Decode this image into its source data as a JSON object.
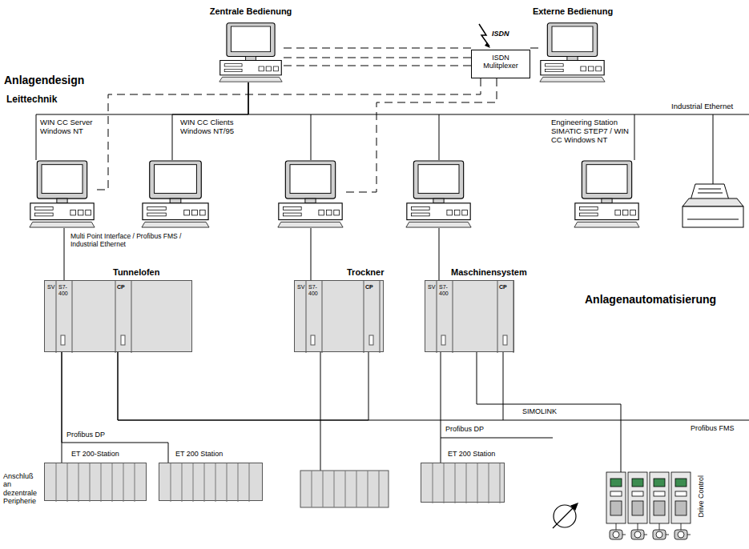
{
  "diagram": {
    "nodes": [
      {
        "text": [
          "Zentrale Bedienung"
        ]
      },
      {
        "text": [
          "Externe Bedienung"
        ]
      },
      {
        "text": [
          "ISDN Mulitplexer"
        ]
      },
      {
        "text": [
          "WIN CC Server Windows NT"
        ]
      },
      {
        "text": [
          "WIN CC Clients Windows NT/95"
        ]
      },
      {
        "text": [
          "Engineering Station SIMATIC STEP7 / WIN CC Windows NT"
        ]
      },
      {
        "text": [
          "Tunnelofen",
          "SV",
          "S7-400",
          "CP"
        ]
      },
      {
        "text": [
          "Trockner",
          "SV",
          "S7-400",
          "CP"
        ]
      },
      {
        "text": [
          "Maschinensystem",
          "SV",
          "S7-400",
          "CP"
        ]
      },
      {
        "text": [
          "ET 200-Station"
        ]
      },
      {
        "text": [
          "ET 200 Station"
        ]
      },
      {
        "text": [
          "ET 200 Station"
        ]
      },
      {
        "text": [
          "Drive Control"
        ]
      }
    ],
    "edges": [
      {
        "from": 0,
        "to": 3,
        "arrow": "none"
      },
      {
        "from": 0,
        "to": 4,
        "arrow": "none"
      },
      {
        "from": 0,
        "to": 5,
        "arrow": "none"
      },
      {
        "from": 0,
        "to": 2,
        "arrow": "none"
      },
      {
        "from": 2,
        "to": 1,
        "arrow": "none"
      },
      {
        "from": 2,
        "to": 3,
        "arrow": "none"
      },
      {
        "from": 3,
        "to": 6,
        "label": "Multi Point Interface / Profibus FMS / Industrial Ethernet",
        "arrow": "none"
      },
      {
        "from": 6,
        "to": 7,
        "arrow": "none"
      },
      {
        "from": 6,
        "to": 8,
        "arrow": "none"
      },
      {
        "from": 6,
        "to": 9,
        "arrow": "none"
      },
      {
        "from": 6,
        "to": 10,
        "arrow": "none"
      },
      {
        "from": 8,
        "to": 11,
        "arrow": "none"
      },
      {
        "from": 8,
        "to": 12,
        "label": "SIMOLINK",
        "arrow": "none"
      }
    ],
    "labels": [
      "ISDN",
      "Anlagendesign",
      "Leittechnik",
      "Industrial Ethernet",
      "Anlagenautomatisierung",
      "Profibus FMS",
      "Profibus DP",
      "Profibus DP",
      "Anschluß an dezentrale Peripherie"
    ]
  }
}
